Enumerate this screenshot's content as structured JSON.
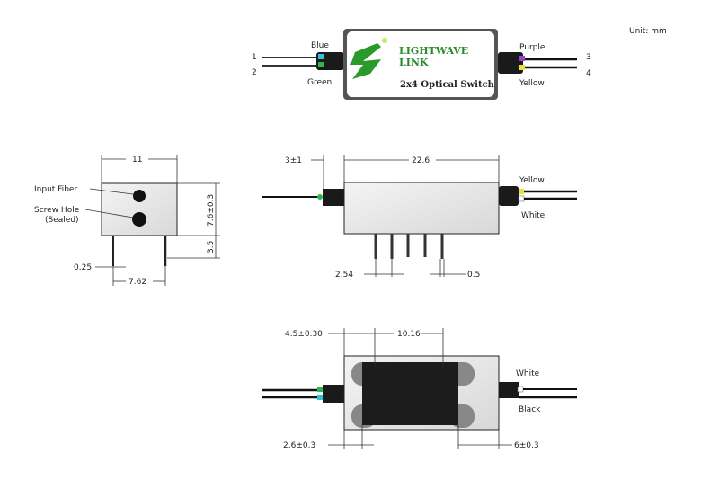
{
  "unit_label": "Unit: mm",
  "top_view": {
    "brand_line1": "LIGHTWAVE",
    "brand_line2": "LINK",
    "product": "2x4 Optical Switch",
    "left_labels": {
      "top": "Blue",
      "bottom": "Green"
    },
    "right_labels": {
      "top": "Purple",
      "bottom": "Yellow"
    },
    "port_numbers": [
      "1",
      "2",
      "3",
      "4"
    ],
    "colors": {
      "blue": "#33c0d8",
      "green": "#2fb84a",
      "purple": "#9b3fd0",
      "yellow": "#e8e040",
      "logo_green": "#2a9a2a"
    }
  },
  "end_view": {
    "width_dim": "11",
    "height_dim": "7.6±0.3",
    "pin_length_dim": "3.5",
    "pin_dia_dim": "0.25",
    "pin_spacing_dim": "7.62",
    "label_input": "Input Fiber",
    "label_screw": "Screw Hole",
    "label_sealed": "(Sealed)"
  },
  "side_view": {
    "boot_dim": "3±1",
    "length_dim": "22.6",
    "pitch_dim": "2.54",
    "pin_dim": "0.5",
    "right_labels": {
      "top": "Yellow",
      "bottom": "White"
    }
  },
  "bottom_view": {
    "offset_dim": "4.5±0.30",
    "pin_span_dim": "10.16",
    "left_dim": "2.6±0.3",
    "right_dim": "6±0.3",
    "right_labels": {
      "top": "White",
      "bottom": "Black"
    }
  }
}
